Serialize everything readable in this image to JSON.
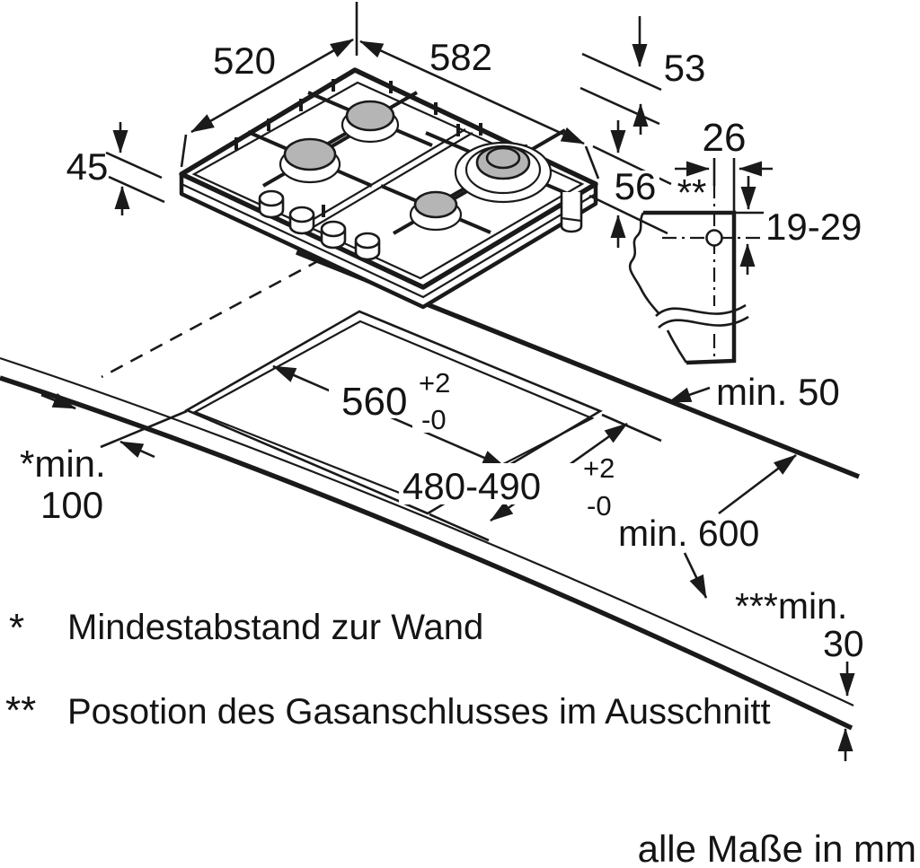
{
  "diagram": {
    "top_depth": "520",
    "top_width": "582",
    "grate_height": "53",
    "rim_height": "45",
    "body_depth": "56",
    "gas_offset": "26",
    "gas_marker": "**",
    "gas_depth_range": "19-29",
    "cutout_width": {
      "value": "560",
      "tol_plus": "+2",
      "tol_minus": "-0"
    },
    "cutout_depth": {
      "value": "480-490",
      "tol_plus": "+2",
      "tol_minus": "-0"
    },
    "side_clearance": "min. 50",
    "worktop_depth": "min. 600",
    "front_clearance": {
      "prefix": "***min.",
      "value": "30"
    },
    "wall_clearance": {
      "prefix": "*min.",
      "value": "100"
    }
  },
  "footnotes": [
    {
      "marker": "*",
      "text": "Mindestabstand zur Wand"
    },
    {
      "marker": "**",
      "text": "Posotion des Gasanschlusses im Ausschnitt"
    }
  ],
  "units_note": "alle Maße in mm",
  "colors": {
    "line": "#1a1a1a",
    "burner_cap": "#b5b5b5",
    "background": "#ffffff"
  }
}
